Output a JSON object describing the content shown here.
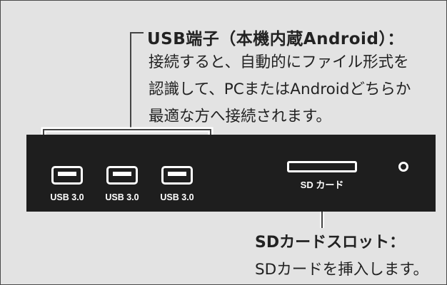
{
  "colors": {
    "panel_background": "#e3e3e3",
    "device_strip": "#1e1e1e",
    "port_outline": "#ffffff",
    "text": "#222222",
    "callout_line": "#444444"
  },
  "usb_callout": {
    "title": "USB端子（本機内蔵Android）：",
    "description_lines": [
      "接続すると、自動的にファイル形式を",
      "認識して、PCまたはAndroidどちらか",
      "最適な方へ接続されます。"
    ]
  },
  "device": {
    "usb_ports": [
      {
        "label": "USB 3.0",
        "icon": "usb-port-icon"
      },
      {
        "label": "USB 3.0",
        "icon": "usb-port-icon"
      },
      {
        "label": "USB 3.0",
        "icon": "usb-port-icon"
      }
    ],
    "sd_slot_label": "SD カード",
    "led_icon": "power-led-icon"
  },
  "sd_callout": {
    "title": "SDカードスロット：",
    "description": "SDカードを挿入します。"
  }
}
